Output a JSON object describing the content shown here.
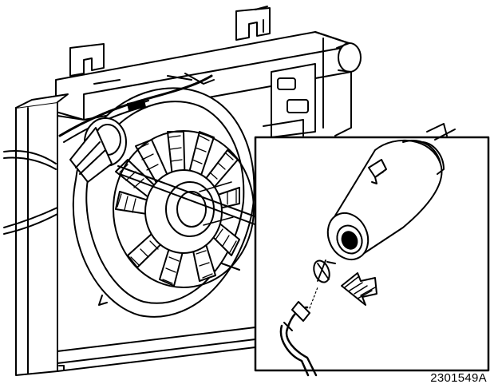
{
  "figure": {
    "id_label": "2301549A",
    "ink_color": "#000000",
    "paper_color": "#ffffff",
    "hatch_color": "#000000"
  },
  "parts": {
    "radiator": "radiator",
    "fan_shroud": "fan-shroud",
    "fan": "cooling-fan",
    "motor_hub": "fan-motor-hub",
    "connector": "electrical-connector",
    "detail_motor": "fan-motor",
    "detail_clip": "retaining-clip",
    "detail_plug": "connector-plug",
    "direction_arrow": "removal-arrow"
  }
}
